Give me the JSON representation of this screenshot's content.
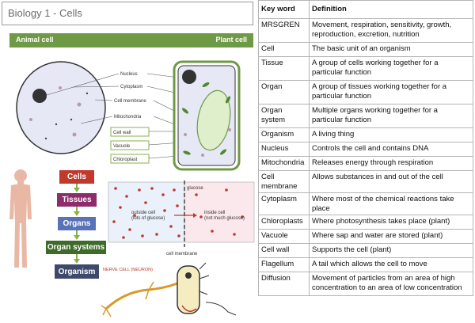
{
  "title": "Biology 1 - Cells",
  "cell_diagram": {
    "animal_label": "Animal cell",
    "plant_label": "Plant cell",
    "labels": [
      "Nucleus",
      "Cytoplasm",
      "Cell membrane",
      "Mitochondria"
    ],
    "plant_labels": [
      "Cell wall",
      "Vacuole",
      "Chloroplast"
    ]
  },
  "hierarchy": [
    "Cells",
    "Tissues",
    "Organs",
    "Organ systems",
    "Organism"
  ],
  "diffusion": {
    "left_label": "outside cell\n(lots of glucose)",
    "right_label": "inside cell\n(not much glucose)",
    "membrane_label": "cell membrane",
    "glucose_label": "glucose"
  },
  "nerve_cell_label": "NERVE CELL (NEURON)",
  "colors": {
    "header_green": "#6f9a45",
    "cells": "#c0392b",
    "tissues": "#8e2b6a",
    "organs": "#5a72b8",
    "organ_systems": "#3e6b2a",
    "organism": "#3d4a6b"
  },
  "table": {
    "headers": [
      "Key word",
      "Definition"
    ],
    "rows": [
      [
        "MRSGREN",
        "Movement, respiration, sensitivity, growth, reproduction, excretion, nutrition"
      ],
      [
        "Cell",
        "The basic unit of an organism"
      ],
      [
        "Tissue",
        "A group of cells working together for a particular function"
      ],
      [
        "Organ",
        " A group of tissues working together for a particular function"
      ],
      [
        "Organ system",
        "Multiple organs working together for a particular function"
      ],
      [
        "Organism",
        "A living thing"
      ],
      [
        "Nucleus",
        "Controls the cell and contains DNA"
      ],
      [
        "Mitochondria",
        "Releases energy through respiration"
      ],
      [
        "Cell membrane",
        "Allows substances in and out of the cell"
      ],
      [
        "Cytoplasm",
        "Where most of the chemical reactions take place"
      ],
      [
        "Chloroplasts",
        "Where photosynthesis takes place (plant)"
      ],
      [
        "Vacuole",
        "Where sap and water are stored (plant)"
      ],
      [
        "Cell wall",
        "Supports the cell (plant)"
      ],
      [
        "Flagellum",
        "A tail which allows the cell to move"
      ],
      [
        "Diffusion",
        "Movement of particles from an area of high concentration to an area of low concentration"
      ]
    ]
  }
}
